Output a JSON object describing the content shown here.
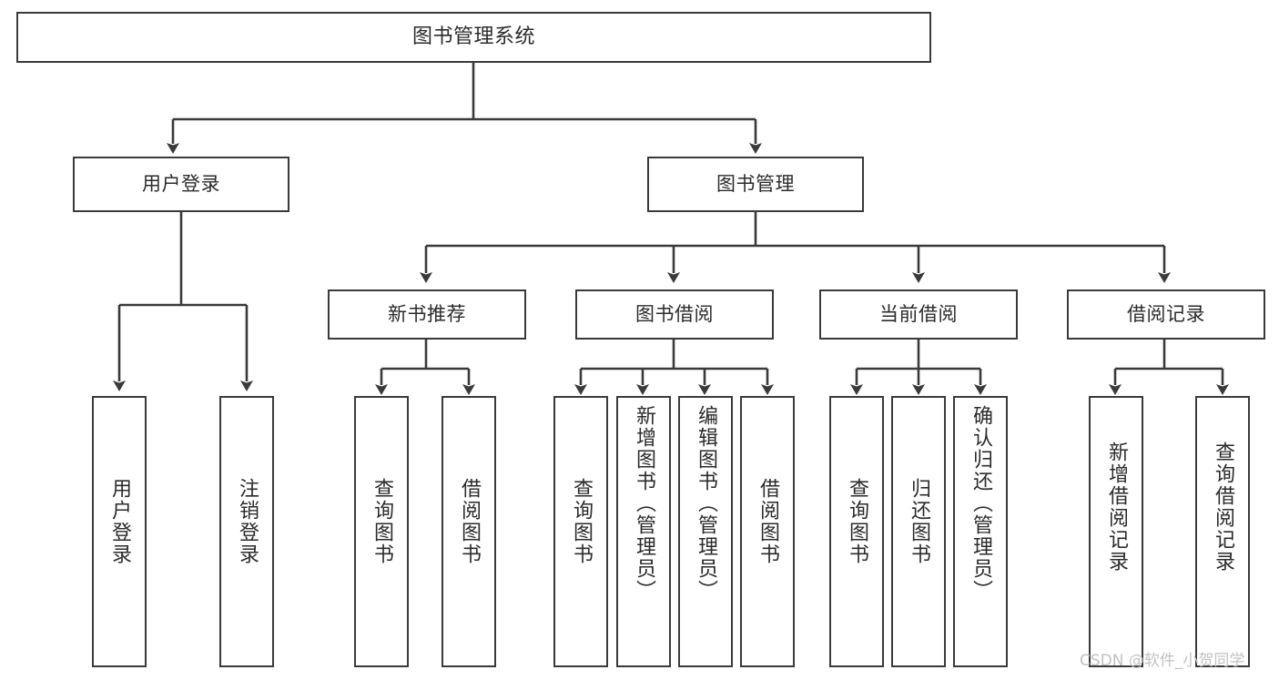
{
  "diagram": {
    "type": "tree",
    "title": "图书管理系统",
    "orientation": "top-down",
    "colors": {
      "background": "#ffffff",
      "box_border": "#3a3a3a",
      "box_fill": "#ffffff",
      "edge": "#3a3a3a",
      "text": "#2b2b2b",
      "watermark": "#c2c2c2"
    }
  },
  "watermark": {
    "text": "CSDN @软件_小贺同学"
  },
  "nodes": {
    "root": {
      "label": "图书管理系统",
      "level": 0
    },
    "level1": [
      {
        "id": "user-login",
        "label": "用户登录",
        "level": 1
      },
      {
        "id": "book-manage",
        "label": "图书管理",
        "level": 1
      }
    ],
    "level2": [
      {
        "id": "new-book-recommend",
        "label": "新书推荐",
        "level": 2,
        "parent": "book-manage"
      },
      {
        "id": "book-borrow",
        "label": "图书借阅",
        "level": 2,
        "parent": "book-manage"
      },
      {
        "id": "current-borrow",
        "label": "当前借阅",
        "level": 2,
        "parent": "book-manage"
      },
      {
        "id": "borrow-record",
        "label": "借阅记录",
        "level": 2,
        "parent": "book-manage"
      }
    ],
    "leaves": [
      {
        "id": "leaf-user-login",
        "label": "用户登录",
        "parent": "user-login"
      },
      {
        "id": "leaf-logout-login",
        "label": "注销登录",
        "parent": "user-login"
      },
      {
        "id": "leaf-query-book-1",
        "label": "查询图书",
        "parent": "new-book-recommend"
      },
      {
        "id": "leaf-borrow-book-1",
        "label": "借阅图书",
        "parent": "new-book-recommend"
      },
      {
        "id": "leaf-query-book-2",
        "label": "查询图书",
        "parent": "book-borrow"
      },
      {
        "id": "leaf-add-book",
        "label": "新增图书（管理员）",
        "parent": "book-borrow"
      },
      {
        "id": "leaf-edit-book",
        "label": "编辑图书（管理员）",
        "parent": "book-borrow"
      },
      {
        "id": "leaf-borrow-book-2",
        "label": "借阅图书",
        "parent": "book-borrow"
      },
      {
        "id": "leaf-query-book-3",
        "label": "查询图书",
        "parent": "current-borrow"
      },
      {
        "id": "leaf-return-book",
        "label": "归还图书",
        "parent": "current-borrow"
      },
      {
        "id": "leaf-confirm-return",
        "label": "确认归还（管理员）",
        "parent": "current-borrow"
      },
      {
        "id": "leaf-add-record",
        "label": "新增借阅记录",
        "parent": "borrow-record"
      },
      {
        "id": "leaf-query-record",
        "label": "查询借阅记录",
        "parent": "borrow-record"
      }
    ]
  }
}
